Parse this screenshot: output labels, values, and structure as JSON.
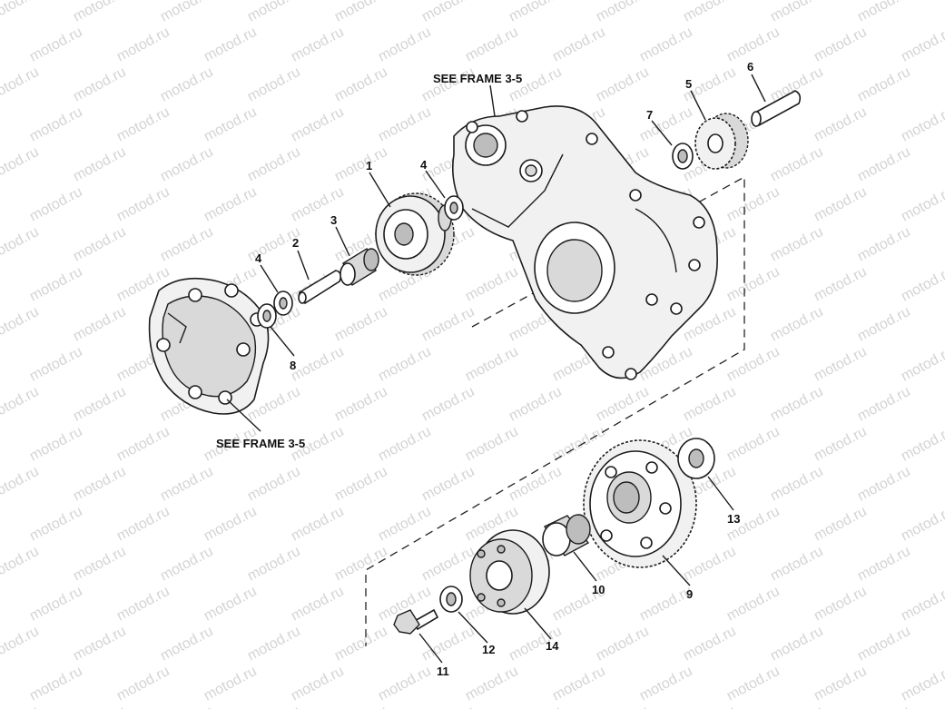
{
  "watermark": "motod.ru",
  "references": {
    "top": "SEE FRAME 3-5",
    "bottom": "SEE FRAME 3-5"
  },
  "callouts": {
    "c1": "1",
    "c2": "2",
    "c3": "3",
    "c4a": "4",
    "c4b": "4",
    "c5": "5",
    "c6": "6",
    "c7": "7",
    "c8": "8",
    "c9": "9",
    "c10": "10",
    "c11": "11",
    "c12": "12",
    "c13": "13",
    "c14": "14"
  }
}
